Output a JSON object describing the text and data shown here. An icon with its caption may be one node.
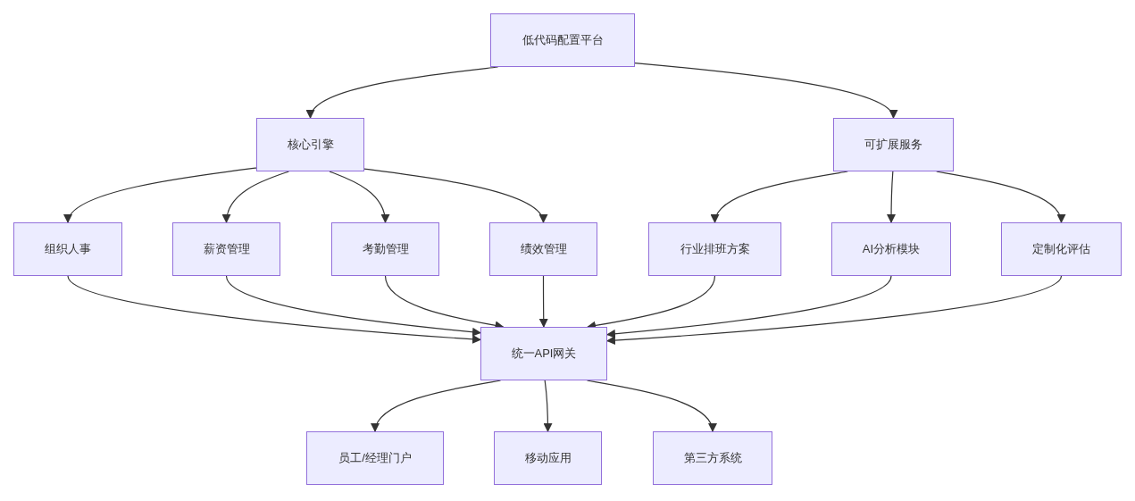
{
  "diagram": {
    "nodes": [
      {
        "text": [
          "低代码配置平台"
        ]
      },
      {
        "text": [
          "核心引擎"
        ]
      },
      {
        "text": [
          "可扩展服务"
        ]
      },
      {
        "text": [
          "组织人事"
        ]
      },
      {
        "text": [
          "薪资管理"
        ]
      },
      {
        "text": [
          "考勤管理"
        ]
      },
      {
        "text": [
          "绩效管理"
        ]
      },
      {
        "text": [
          "行业排班方案"
        ]
      },
      {
        "text": [
          "AI分析模块"
        ]
      },
      {
        "text": [
          "定制化评估"
        ]
      },
      {
        "text": [
          "统一API网关"
        ]
      },
      {
        "text": [
          "员工/经理门户"
        ]
      },
      {
        "text": [
          "移动应用"
        ]
      },
      {
        "text": [
          "第三方系统"
        ]
      }
    ],
    "edges": [
      {
        "from": 0,
        "to": 1,
        "arrow": "to"
      },
      {
        "from": 0,
        "to": 2,
        "arrow": "to"
      },
      {
        "from": 1,
        "to": 3,
        "arrow": "to"
      },
      {
        "from": 1,
        "to": 4,
        "arrow": "to"
      },
      {
        "from": 1,
        "to": 5,
        "arrow": "to"
      },
      {
        "from": 1,
        "to": 6,
        "arrow": "to"
      },
      {
        "from": 2,
        "to": 7,
        "arrow": "to"
      },
      {
        "from": 2,
        "to": 8,
        "arrow": "to"
      },
      {
        "from": 2,
        "to": 9,
        "arrow": "to"
      },
      {
        "from": 3,
        "to": 10,
        "arrow": "to"
      },
      {
        "from": 4,
        "to": 10,
        "arrow": "to"
      },
      {
        "from": 5,
        "to": 10,
        "arrow": "to"
      },
      {
        "from": 6,
        "to": 10,
        "arrow": "to"
      },
      {
        "from": 7,
        "to": 10,
        "arrow": "to"
      },
      {
        "from": 8,
        "to": 10,
        "arrow": "to"
      },
      {
        "from": 9,
        "to": 10,
        "arrow": "to"
      },
      {
        "from": 10,
        "to": 11,
        "arrow": "to"
      },
      {
        "from": 10,
        "to": 12,
        "arrow": "to"
      },
      {
        "from": 10,
        "to": 13,
        "arrow": "to"
      }
    ]
  }
}
